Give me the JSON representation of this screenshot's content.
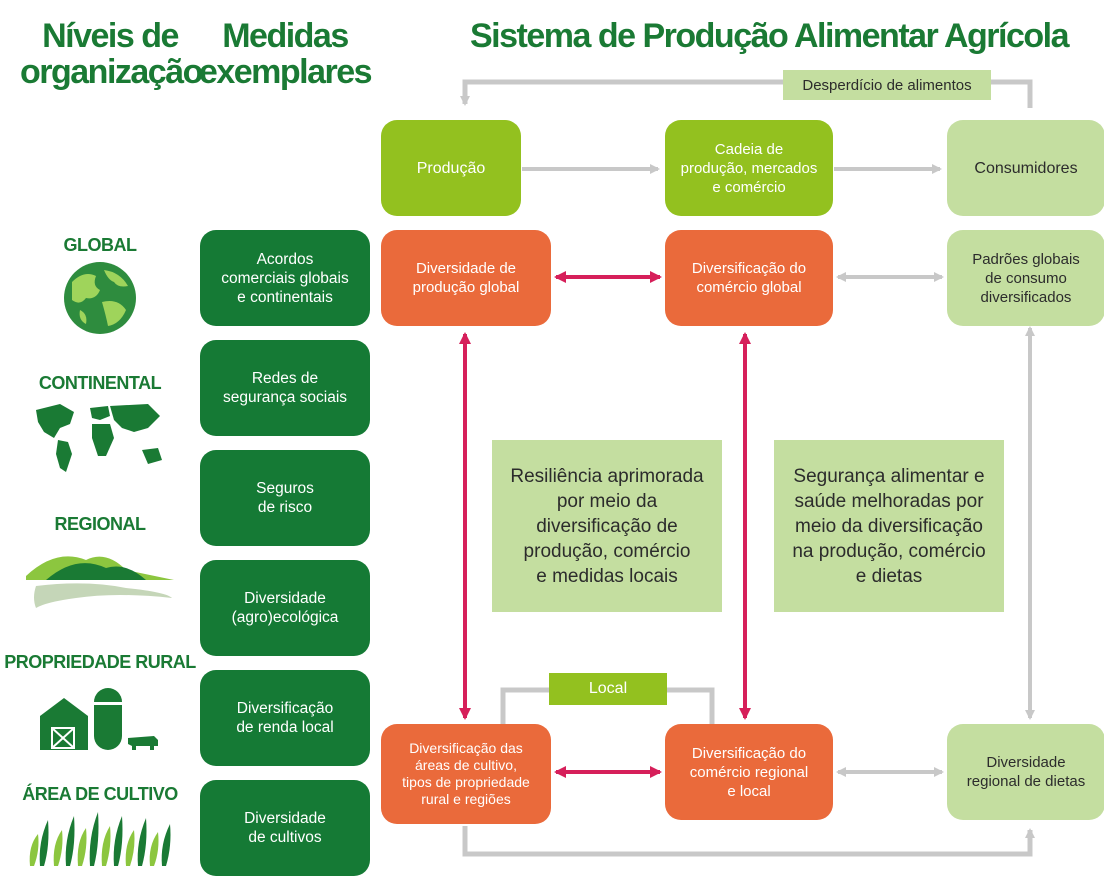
{
  "headers": {
    "levels": "Níveis de\norganização",
    "measures": "Medidas\nexemplares",
    "system": "Sistema de Produção Alimentar Agrícola"
  },
  "levels": [
    {
      "label": "GLOBAL",
      "icon": "globe-icon"
    },
    {
      "label": "CONTINENTAL",
      "icon": "world-map-icon"
    },
    {
      "label": "REGIONAL",
      "icon": "landscape-icon"
    },
    {
      "label": "PROPRIEDADE RURAL",
      "icon": "farm-icon"
    },
    {
      "label": "ÁREA DE CULTIVO",
      "icon": "crops-icon"
    }
  ],
  "measures": [
    "Acordos\ncomerciais globais\ne continentais",
    "Redes de\nsegurança sociais",
    "Seguros\nde risco",
    "Diversidade\n(agro)ecológica",
    "Diversificação\nde renda local",
    "Diversidade\nde cultivos"
  ],
  "top_row": {
    "production": "Produção",
    "chain": "Cadeia de\nprodução, mercados\ne comércio",
    "consumers": "Consumidores",
    "food_waste": "Desperdício de alimentos"
  },
  "global_row": {
    "production": "Diversidade de\nprodução global",
    "trade": "Diversificação do\ncomércio global",
    "consumption": "Padrões globais\nde consumo\ndiversificados"
  },
  "local_row": {
    "local_tag": "Local",
    "production": "Diversificação das\náreas de cultivo,\ntipos de propriedade\nrural e regiões",
    "trade": "Diversificação do\ncomércio regional\ne local",
    "diets": "Diversidade\nregional de dietas"
  },
  "center_notes": {
    "resilience": "Resiliência aprimorada\npor meio da\ndiversificação de\nprodução, comércio\ne medidas locais",
    "security": "Segurança alimentar e\nsaúde melhoradas por\nmeio da diversificação\nna produção, comércio\ne dietas"
  },
  "colors": {
    "dark_green": "#157a35",
    "lime": "#93c11f",
    "pale_green": "#c4dea0",
    "orange": "#ea6a3b",
    "crimson_arrow": "#d61f5a",
    "grey_arrow": "#c8c8c8"
  }
}
